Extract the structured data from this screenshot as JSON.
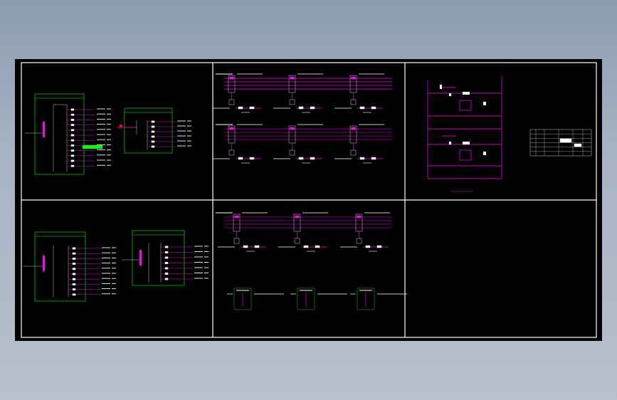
{
  "drawing": {
    "background": "#000000",
    "frame_color": "#ffffff",
    "colors": {
      "magenta": "#ff00ff",
      "green": "#00ff00",
      "white": "#ffffff",
      "cyan": "#00ffff",
      "yellow": "#ffff00"
    },
    "panels": [
      {
        "id": "p1",
        "content": "distribution-box-schematic"
      },
      {
        "id": "p2",
        "content": "busbar-feeder-diagram"
      },
      {
        "id": "p3",
        "content": "control-circuit-and-table"
      },
      {
        "id": "p4",
        "content": "distribution-box-schematic"
      },
      {
        "id": "p5",
        "content": "busbar-feeder-diagram"
      },
      {
        "id": "p6",
        "content": "empty"
      }
    ]
  }
}
